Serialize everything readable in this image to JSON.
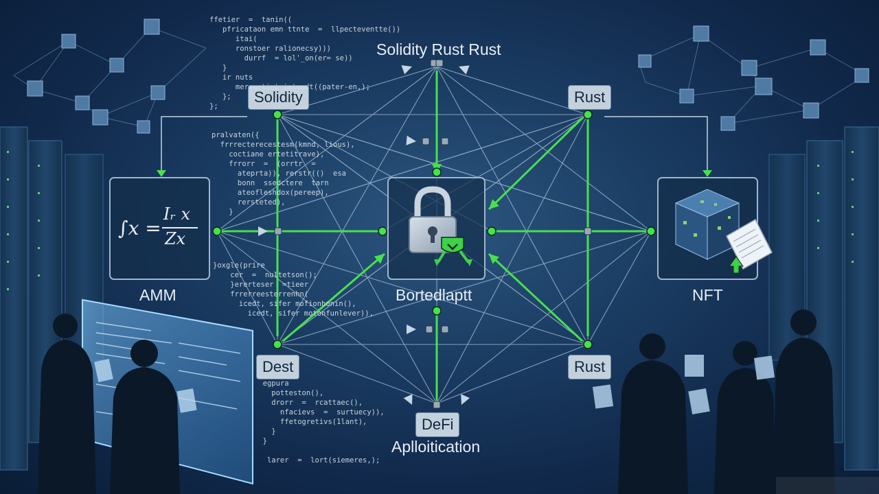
{
  "diagram": {
    "top_label": "Solidity Rust Rust",
    "nodes": {
      "solidity": "Solidity",
      "rust_top": "Rust",
      "dest": "Dest",
      "rust_bottom": "Rust",
      "defi": "DeFi"
    },
    "captions": {
      "amm": "AMM",
      "center": "Bortedlaptt",
      "nft": "NFT",
      "defi_sub": "Aplloitication"
    },
    "formula": {
      "lhs": "∫x =",
      "numerator": "Iᵣ x",
      "denominator": "Zx"
    },
    "icons": [
      "padlock-icon",
      "shield-arrows-icon",
      "nft-cube-icon",
      "document-icon",
      "server-rack-icon",
      "person-icon",
      "hologram-screen-icon"
    ]
  },
  "code_blocks": {
    "top": "ffetier  =  tanin((\n   pfricataon emn ttnte  =  llpecteventte())\n      itai(\n      ronstoer ralionecsy)))\n        durrf  = lol'_on(er= se))\n   }\n   ir nuts\n      mersurtint iatoadt((pater-en,);\n   };\n};",
    "middle": "pralvaten({\n  frrrecterecestesm(kmnd, lious),\n    coctiane ertetitrave),\n    frrorr  =  (orrtr  =\n      ateprta)), rerstr(()  esa\n      bonn  ssedctere  tarn\n      ateofleshdox(pereep),\n      rersteted),\n    }",
    "lower": "}oxgle(prire\n    cer  =  nultetson();\n    }ererteser  =tieer\n    frrerreesterrenhn(\n      icedt, sifer mofionhonin(),\n        icedt, sifer motonfunlever)),",
    "bottom": "  egpura\n    potteston(),\n    drorr  =  rcattaec(),\n      nfacievs  =  surtuecy)),\n      ffetogretivs(1lant),\n    }\n  }\n\n   larer  =  lort(siemeres,);"
  }
}
